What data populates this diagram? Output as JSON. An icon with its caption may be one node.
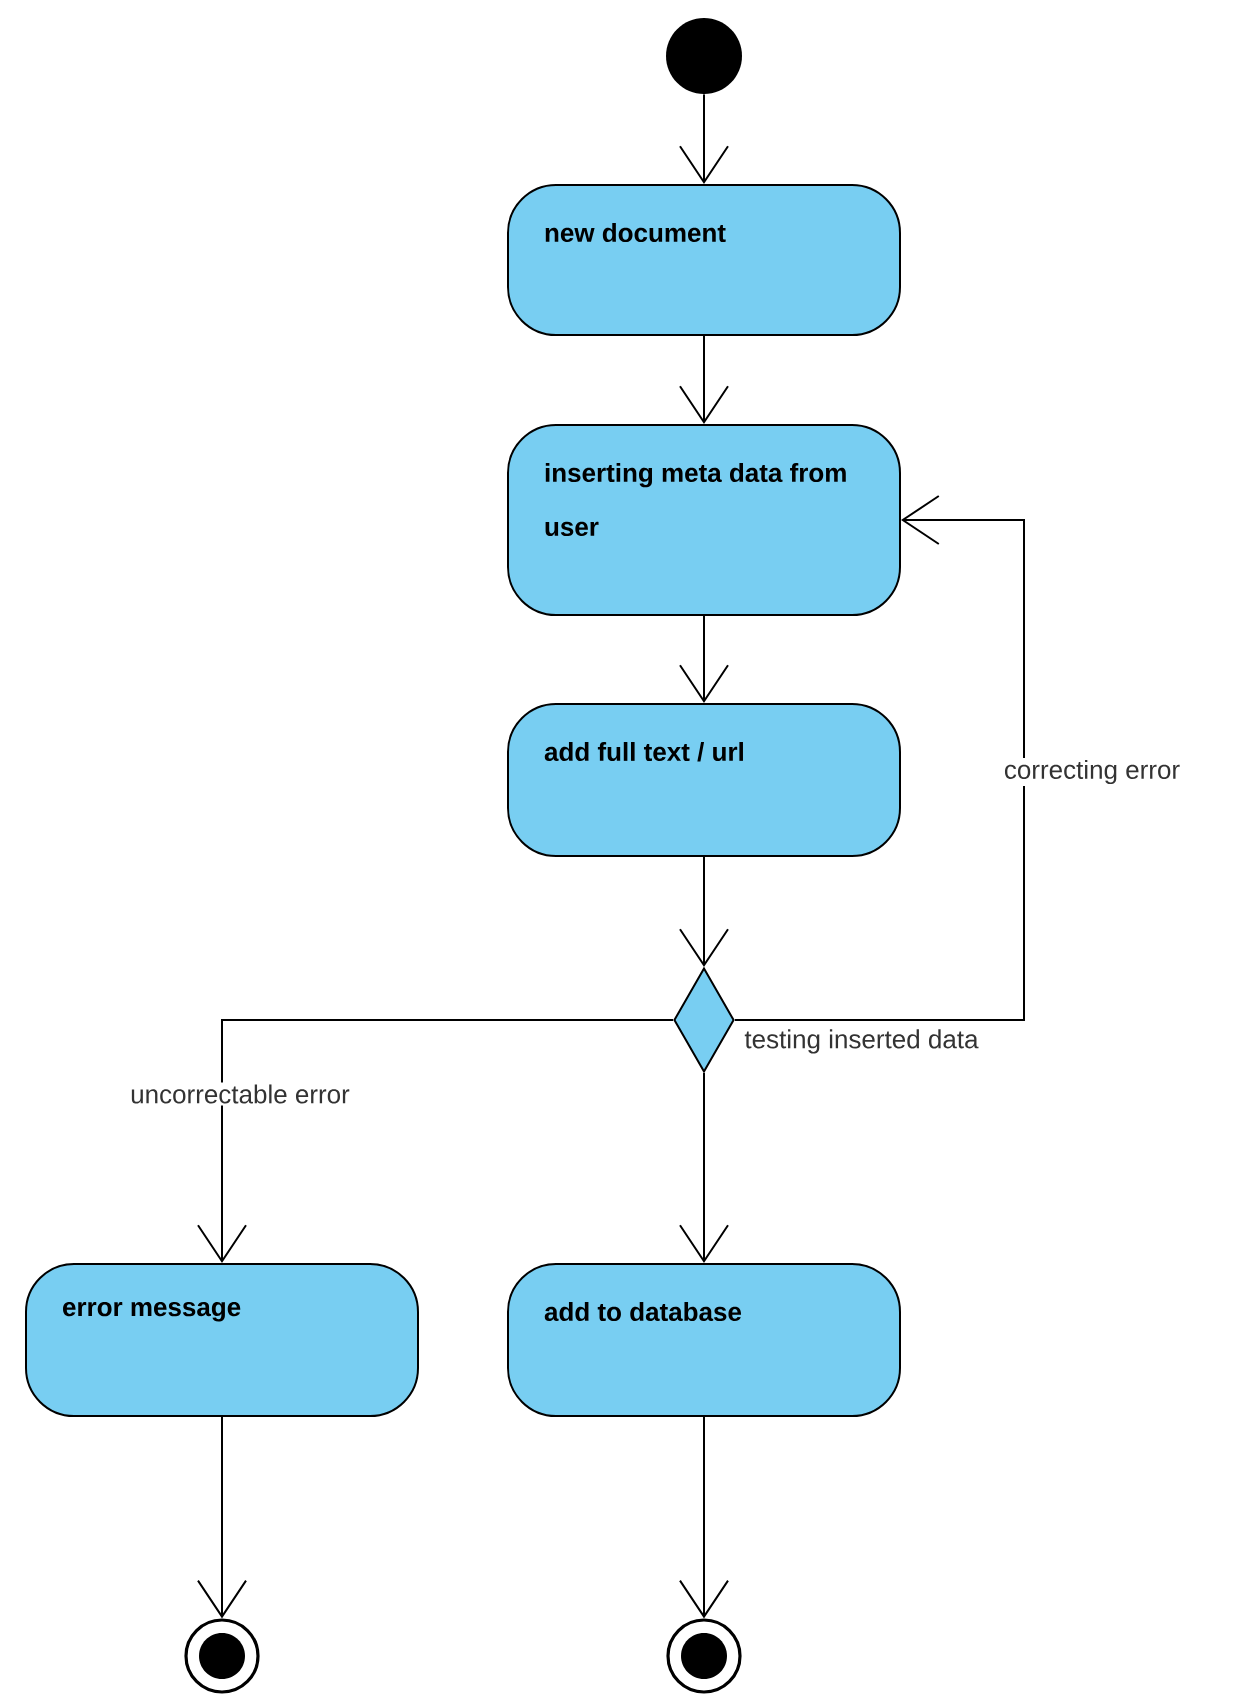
{
  "diagram": {
    "nodes": [
      {
        "text": [],
        "shape": "circle"
      },
      {
        "text": [
          "new document"
        ]
      },
      {
        "text": [
          "inserting meta data from user"
        ]
      },
      {
        "text": [
          "add full text / url"
        ]
      },
      {
        "text": [],
        "shape": "diamond",
        "beside": [
          "testing inserted data"
        ]
      },
      {
        "text": [
          "error message"
        ]
      },
      {
        "text": [
          "add to database"
        ]
      },
      {
        "text": [],
        "shape": "circle"
      },
      {
        "text": [],
        "shape": "circle"
      }
    ],
    "edges": [
      {
        "from": 0,
        "to": 1,
        "arrow": "to"
      },
      {
        "from": 1,
        "to": 2,
        "arrow": "to"
      },
      {
        "from": 2,
        "to": 3,
        "arrow": "to"
      },
      {
        "from": 3,
        "to": 4,
        "arrow": "to"
      },
      {
        "from": 4,
        "to": 2,
        "arrow": "to",
        "label": "correcting error"
      },
      {
        "from": 4,
        "to": 5,
        "arrow": "to",
        "label": "uncorrectable error"
      },
      {
        "from": 4,
        "to": 6,
        "arrow": "to"
      },
      {
        "from": 5,
        "to": 7,
        "arrow": "to"
      },
      {
        "from": 6,
        "to": 8,
        "arrow": "to"
      }
    ]
  }
}
